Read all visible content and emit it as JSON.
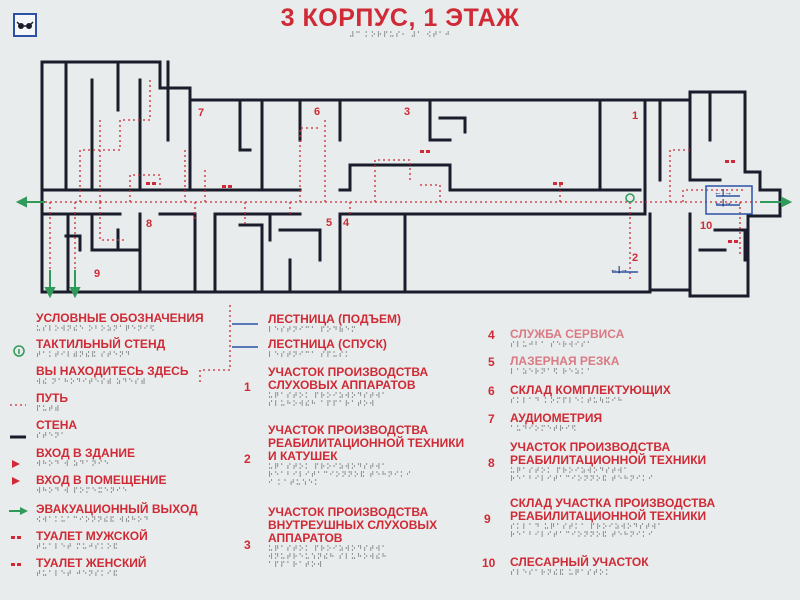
{
  "header": {
    "title": "3 КОРПУС, 1 ЭТАЖ",
    "title_braille": "⠼⠉ ⠅⠕⠗⠏⠥⠎⠂ ⠼⠁ ⠪⠞⠁⠚",
    "icon": "low-vision-glasses-icon"
  },
  "colors": {
    "accent": "#cf2a35",
    "wall": "#1a1c2c",
    "evac": "#2f9a5a",
    "stairs": "#2c52a8",
    "background": "#e9ecec"
  },
  "plan": {
    "room_numbers": [
      "1",
      "2",
      "3",
      "4",
      "5",
      "6",
      "7",
      "8",
      "9",
      "10"
    ],
    "stairs_symbols": [
      "←|→",
      "←|→",
      "←|→"
    ]
  },
  "legend": {
    "items": [
      {
        "label": "УСЛОВНЫЕ ОБОЗНАЧЕНИЯ",
        "braille": "⠥⠎⠇⠕⠺⠝⠮⠑ ⠕⠃⠕⠵⠝⠁⠟⠑⠝⠊⠫",
        "icon": "none"
      },
      {
        "label": "ТАКТИЛЬНЫЙ СТЕНД",
        "braille": "⠞⠁⠅⠞⠊⠇⠾⠝⠮⠯ ⠎⠞⠑⠝⠙",
        "icon": "info-stand-icon"
      },
      {
        "label": "ВЫ НАХОДИТЕСЬ ЗДЕСЬ",
        "braille": "⠺⠮ ⠝⠁⠓⠕⠙⠊⠞⠑⠎⠾ ⠵⠙⠑⠎⠾",
        "icon": "you-are-here-icon"
      },
      {
        "label": "ПУТЬ",
        "braille": "⠏⠥⠞⠾",
        "icon": "path-line-icon"
      },
      {
        "label": "СТЕНА",
        "braille": "⠎⠞⠑⠝⠁",
        "icon": "wall-line-icon"
      },
      {
        "label": "ВХОД В ЗДАНИЕ",
        "braille": "⠺⠓⠕⠙ ⠺ ⠵⠙⠁⠝⠊⠑",
        "icon": "building-entrance-icon"
      },
      {
        "label": "ВХОД В ПОМЕЩЕНИЕ",
        "braille": "⠺⠓⠕⠙ ⠺ ⠏⠕⠍⠑⠭⠑⠝⠊⠑",
        "icon": "room-entrance-icon"
      },
      {
        "label": "ЭВАКУАЦИОННЫЙ ВЫХОД",
        "braille": "⠪⠺⠁⠅⠥⠁⠉⠊⠕⠝⠝⠮⠯ ⠺⠮⠓⠕⠙",
        "icon": "evacuation-arrow-icon"
      },
      {
        "label": "ТУАЛЕТ МУЖСКОЙ",
        "braille": "⠞⠥⠁⠇⠑⠞ ⠍⠥⠚⠎⠅⠕⠯",
        "icon": "mens-toilet-icon"
      },
      {
        "label": "ТУАЛЕТ ЖЕНСКИЙ",
        "braille": "⠞⠥⠁⠇⠑⠞ ⠚⠑⠝⠎⠅⠊⠯",
        "icon": "womens-toilet-icon"
      }
    ]
  },
  "middle": {
    "stairs_up": {
      "label": "ЛЕСТНИЦА (ПОДЪЕМ)",
      "braille": "⠇⠑⠎⠞⠝⠊⠉⠁ ⠏⠕⠙⠷⠑⠍",
      "symbol": "←|→"
    },
    "stairs_down": {
      "label": "ЛЕСТНИЦА (СПУСК)",
      "braille": "⠇⠑⠎⠞⠝⠊⠉⠁ ⠎⠏⠥⠎⠅",
      "symbol": "←|→"
    },
    "entries": [
      {
        "num": "1",
        "lines": [
          "УЧАСТОК ПРОИЗВОДСТВА",
          "СЛУХОВЫХ АППАРАТОВ"
        ],
        "braille": [
          "⠥⠟⠁⠎⠞⠕⠅ ⠏⠗⠕⠊⠵⠺⠕⠙⠎⠞⠺⠁",
          "⠎⠇⠥⠓⠕⠺⠮⠓ ⠁⠏⠏⠁⠗⠁⠞⠕⠺"
        ]
      },
      {
        "num": "2",
        "lines": [
          "УЧАСТОК ПРОИЗВОДСТВА",
          "РЕАБИЛИТАЦИОННОЙ ТЕХНИКИ",
          "И КАТУШЕК"
        ],
        "braille": [
          "⠥⠟⠁⠎⠞⠕⠅ ⠏⠗⠕⠊⠵⠺⠕⠙⠎⠞⠺⠁",
          "⠗⠑⠁⠃⠊⠇⠊⠞⠁⠉⠊⠕⠝⠝⠕⠯ ⠞⠑⠓⠝⠊⠅⠊",
          "⠊ ⠅⠁⠞⠥⠱⠑⠅"
        ]
      },
      {
        "num": "3",
        "lines": [
          "УЧАСТОК ПРОИЗВОДСТВА",
          "ВНУТРЕУШНЫХ СЛУХОВЫХ",
          "АППАРАТОВ"
        ],
        "braille": [
          "⠥⠟⠁⠎⠞⠕⠅ ⠏⠗⠕⠊⠵⠺⠕⠙⠎⠞⠺⠁",
          "⠺⠝⠥⠞⠗⠑⠥⠱⠝⠮⠓ ⠎⠇⠥⠓⠕⠺⠮⠓",
          "⠁⠏⠏⠁⠗⠁⠞⠕⠺"
        ]
      }
    ]
  },
  "right": {
    "entries": [
      {
        "num": "4",
        "lines": [
          "СЛУЖБА СЕРВИСА"
        ],
        "braille": [
          "⠎⠇⠥⠚⠃⠁ ⠎⠑⠗⠺⠊⠎⠁"
        ]
      },
      {
        "num": "5",
        "lines": [
          "ЛАЗЕРНАЯ РЕЗКА"
        ],
        "braille": [
          "⠇⠁⠵⠑⠗⠝⠁⠫ ⠗⠑⠵⠅⠁"
        ]
      },
      {
        "num": "6",
        "lines": [
          "СКЛАД КОМПЛЕКТУЮЩИХ"
        ],
        "braille": [
          "⠎⠅⠇⠁⠙ ⠅⠕⠍⠏⠇⠑⠅⠞⠥⠳⠭⠊⠓"
        ]
      },
      {
        "num": "7",
        "lines": [
          "АУДИОМЕТРИЯ"
        ],
        "braille": [
          "⠁⠥⠙⠊⠕⠍⠑⠞⠗⠊⠫"
        ]
      },
      {
        "num": "8",
        "lines": [
          "УЧАСТОК ПРОИЗВОДСТВА",
          "РЕАБИЛИТАЦИОННОЙ ТЕХНИКИ"
        ],
        "braille": [
          "⠥⠟⠁⠎⠞⠕⠅ ⠏⠗⠕⠊⠵⠺⠕⠙⠎⠞⠺⠁",
          "⠗⠑⠁⠃⠊⠇⠊⠞⠁⠉⠊⠕⠝⠝⠕⠯ ⠞⠑⠓⠝⠊⠅⠊"
        ]
      },
      {
        "num": "9",
        "lines": [
          "СКЛАД УЧАСТКА ПРОИЗВОДСТВА",
          "РЕАБИЛИТАЦИОННОЙ ТЕХНИКИ"
        ],
        "braille": [
          "⠎⠅⠇⠁⠙ ⠥⠟⠁⠎⠞⠅⠁ ⠏⠗⠕⠊⠵⠺⠕⠙⠎⠞⠺⠁",
          "⠗⠑⠁⠃⠊⠇⠊⠞⠁⠉⠊⠕⠝⠝⠕⠯ ⠞⠑⠓⠝⠊⠅⠊"
        ]
      },
      {
        "num": "10",
        "lines": [
          "СЛЕСАРНЫЙ УЧАСТОК"
        ],
        "braille": [
          "⠎⠇⠑⠎⠁⠗⠝⠮⠯ ⠥⠟⠁⠎⠞⠕⠅"
        ]
      }
    ]
  }
}
